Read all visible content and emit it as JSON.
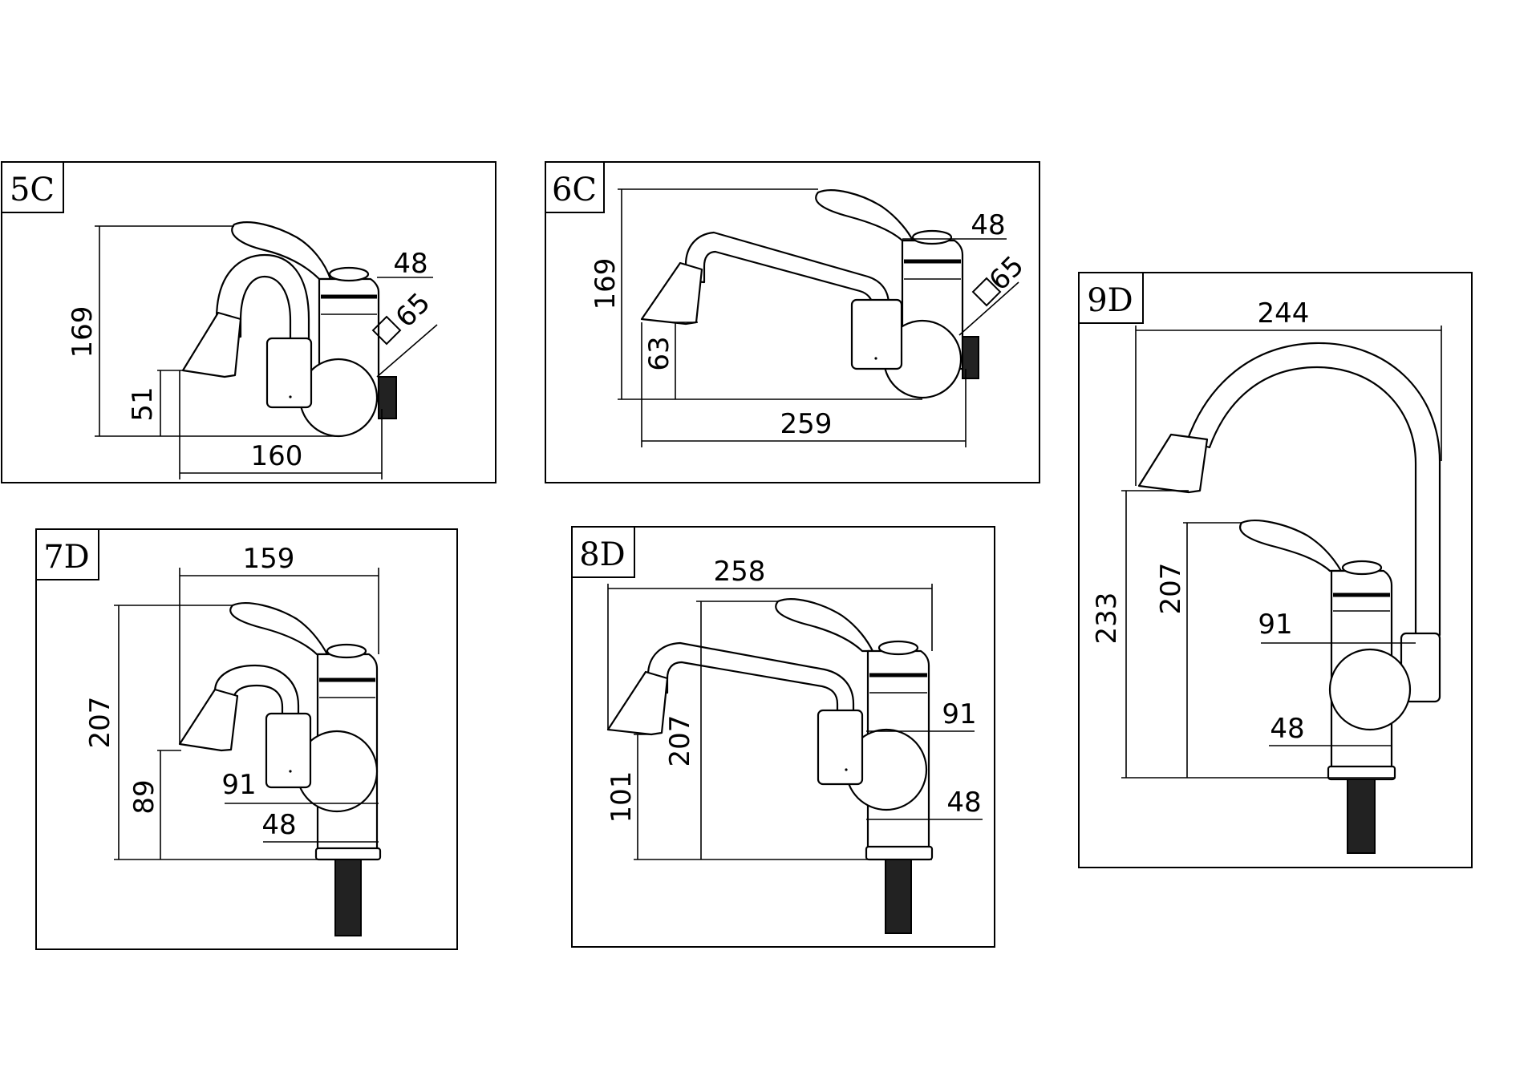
{
  "panels": [
    {
      "id": "5C",
      "dims": {
        "height": "169",
        "spout": "51",
        "depth": "160",
        "body": "48",
        "wall": "65"
      }
    },
    {
      "id": "6C",
      "dims": {
        "height": "169",
        "spout": "63",
        "depth": "259",
        "body": "48",
        "wall": "65"
      }
    },
    {
      "id": "7D",
      "dims": {
        "height": "207",
        "spout": "89",
        "reach": "159",
        "handle": "91",
        "body": "48"
      }
    },
    {
      "id": "8D",
      "dims": {
        "height": "207",
        "spout": "101",
        "reach": "258",
        "handle": "91",
        "body": "48"
      }
    },
    {
      "id": "9D",
      "dims": {
        "height": "233",
        "body_height": "207",
        "reach": "244",
        "handle": "91",
        "body": "48"
      }
    }
  ]
}
